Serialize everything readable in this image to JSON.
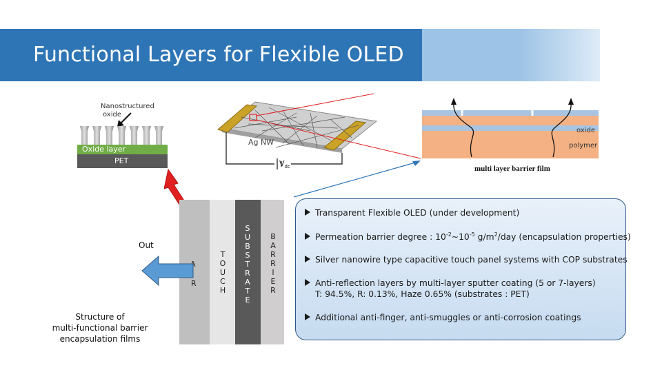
{
  "slide": {
    "title": "Functional Layers for Flexible OLED"
  },
  "nano_diagram": {
    "label_line1": "Nanostructured",
    "label_line2": "oxide",
    "oxide_layer": "Oxide layer",
    "pet": "PET"
  },
  "agnw_diagram": {
    "ag_nw": "Ag NW",
    "v_label": "V",
    "v_sub": "dc"
  },
  "barrier_film": {
    "oxide": "oxide",
    "polymer": "polymer",
    "caption": "multi layer barrier film"
  },
  "stack": {
    "out_label": "Out",
    "ar_letters": [
      "A",
      "R"
    ],
    "touch_letters": [
      "T",
      "O",
      "U",
      "C",
      "H"
    ],
    "substrate_letters": [
      "S",
      "U",
      "B",
      "S",
      "T",
      "R",
      "A",
      "T",
      "E"
    ],
    "barrier_letters": [
      "B",
      "A",
      "R",
      "R",
      "I",
      "E",
      "R"
    ],
    "caption_line1": "Structure of",
    "caption_line2": "multi-functional barrier",
    "caption_line3": "encapsulation films"
  },
  "info": {
    "b1": "Transparent Flexible OLED (under development)",
    "b2_pre": "Permeation barrier degree : 10",
    "b2_sup1": "-2",
    "b2_mid": "~10",
    "b2_sup2": "-5",
    "b2_unit_pre": " g/m",
    "b2_sup3": "2",
    "b2_post": "/day (encapsulation properties)",
    "b3": "Silver nanowire type capacitive touch panel systems with COP substrates",
    "b4_line1": "Anti-reflection layers by multi-layer sputter coating (5 or 7-layers)",
    "b4_line2": "T: 94.5%, R: 0.13%, Haze 0.65% (substrates : PET)",
    "b5": "Additional anti-finger, anti-smuggles or anti-corrosion coatings"
  },
  "colors": {
    "title_band": "#2e75b6",
    "oxide_green": "#70ad47",
    "pet_gray": "#595959",
    "arrow_red": "#e02020",
    "out_arrow_blue": "#5b9bd5"
  }
}
